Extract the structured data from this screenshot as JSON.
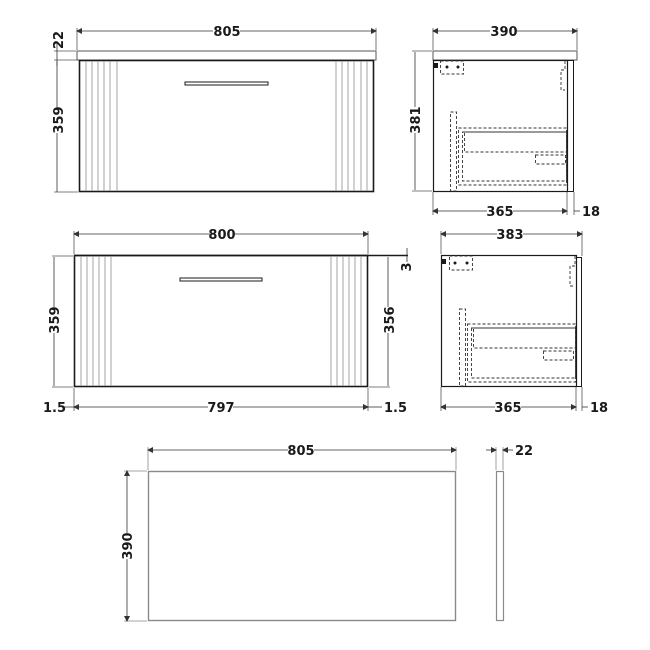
{
  "drawing": {
    "colors": {
      "outline": "#1a1a1a",
      "flute": "#9a9a9a",
      "dim": "#333333",
      "panel": "#8a8a8a"
    },
    "front_view_with_top": {
      "width_label": "805",
      "top_thickness_label": "22",
      "height_label": "359"
    },
    "side_view_with_top": {
      "depth_label": "390",
      "height_label": "381",
      "body_depth_label": "365",
      "door_thickness_label": "18"
    },
    "front_view_no_top": {
      "width_label": "800",
      "height_left_label": "359",
      "height_right_label": "356",
      "gap_label": "3",
      "left_offset_label": "1.5",
      "inner_width_label": "797",
      "right_offset_label": "1.5"
    },
    "side_view_no_top": {
      "depth_label": "383",
      "body_depth_label": "365",
      "door_thickness_label": "18"
    },
    "worktop_panel": {
      "width_label": "805",
      "depth_label": "390",
      "thickness_label": "22"
    }
  }
}
